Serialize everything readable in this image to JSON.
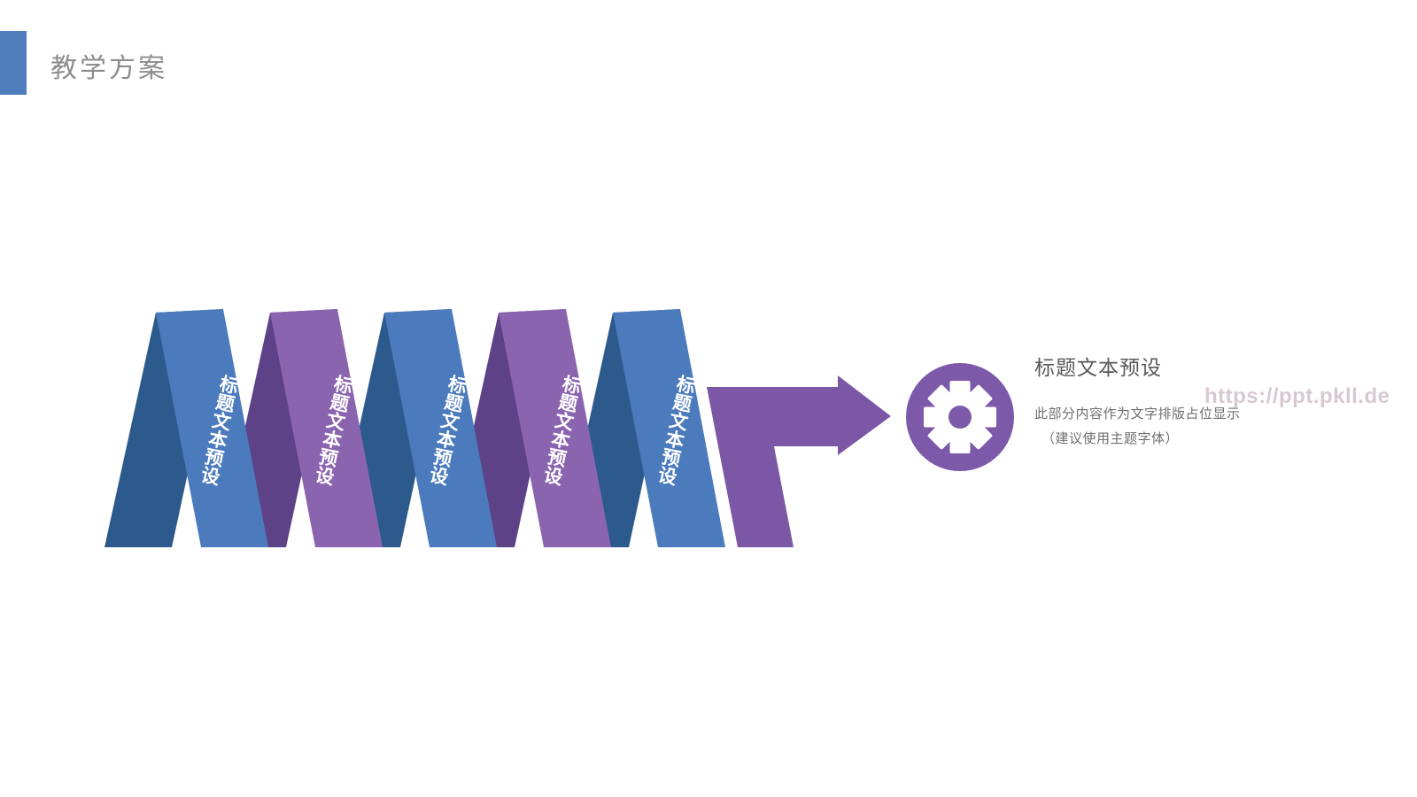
{
  "slide": {
    "header": {
      "title": "教学方案"
    },
    "ribbon": {
      "label": "标题文本预设",
      "bands": [
        {
          "tone": "blue"
        },
        {
          "tone": "purple"
        },
        {
          "tone": "blue"
        },
        {
          "tone": "purple"
        },
        {
          "tone": "blue"
        }
      ]
    },
    "callout": {
      "title": "标题文本预设",
      "body_line1": "此部分内容作为文字排版占位显示",
      "body_line2": "（建议使用主题字体）"
    },
    "watermark": "https://ppt.pkll.de",
    "colors": {
      "accent_bar": "#4E7EBE",
      "header_title": "#8C8C8C",
      "ribbon_blue_light": "#4B7BBC",
      "ribbon_blue_dark": "#2D5A8D",
      "ribbon_purple_light": "#8B64B0",
      "ribbon_purple_dark": "#5E4288",
      "arrow": "#7C57A5",
      "gear_badge": "#7D59A9",
      "gear_glyph": "#FFFFFF",
      "band_text": "#FFFFFF",
      "callout_title": "#595959",
      "callout_body": "#6E6E6E",
      "watermark": "#D7C9D2"
    }
  }
}
